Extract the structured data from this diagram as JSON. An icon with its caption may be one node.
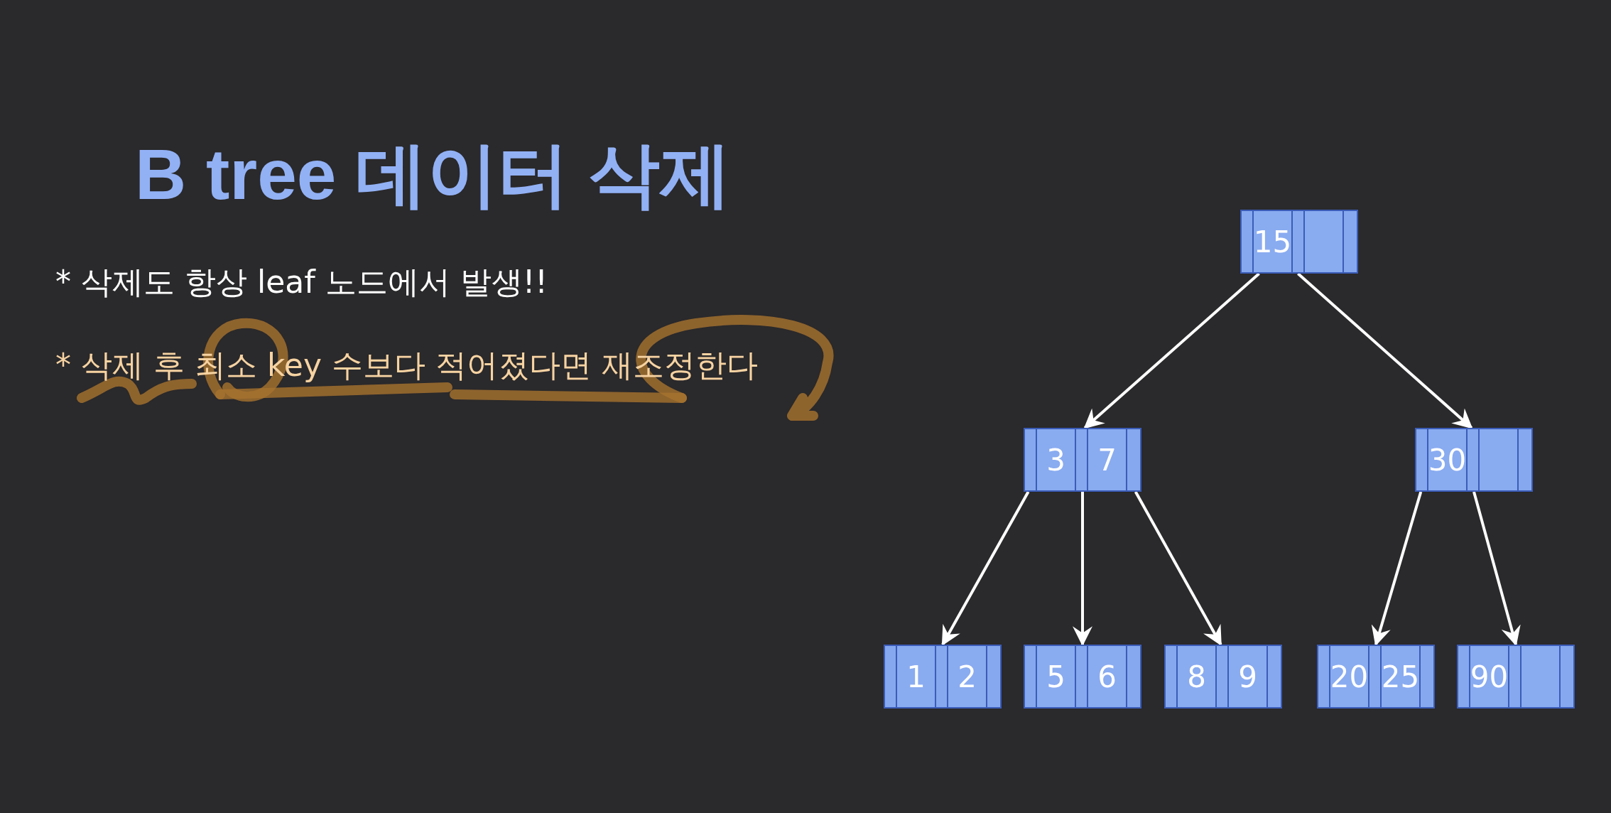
{
  "diagram": {
    "title": "B tree 데이터 삭제",
    "nodes": [
      {
        "text": [
          "15"
        ]
      },
      {
        "text": [
          "3",
          "7"
        ]
      },
      {
        "text": [
          "30"
        ]
      },
      {
        "text": [
          "1",
          "2"
        ]
      },
      {
        "text": [
          "5",
          "6"
        ]
      },
      {
        "text": [
          "8",
          "9"
        ]
      },
      {
        "text": [
          "20",
          "25"
        ]
      },
      {
        "text": [
          "90"
        ]
      }
    ],
    "edges": [
      {
        "from": 0,
        "to": 1,
        "arrow": "to"
      },
      {
        "from": 0,
        "to": 2,
        "arrow": "to"
      },
      {
        "from": 1,
        "to": 3,
        "arrow": "to"
      },
      {
        "from": 1,
        "to": 4,
        "arrow": "to"
      },
      {
        "from": 1,
        "to": 5,
        "arrow": "to"
      },
      {
        "from": 2,
        "to": 6,
        "arrow": "to"
      },
      {
        "from": 2,
        "to": 7,
        "arrow": "to"
      }
    ],
    "labels": [
      "* 삭제도 항상 leaf 노드에서 발생!!",
      "* 삭제 후 최소 key 수보다 적어졌다면 재조정한다"
    ]
  }
}
